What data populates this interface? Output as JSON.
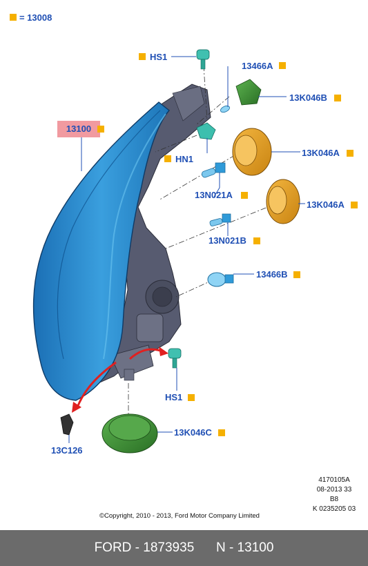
{
  "labels": {
    "l13008": "= 13008",
    "hs1_top": "HS1",
    "l13466A": "13466A",
    "l13K046B": "13K046B",
    "l13100": "13100",
    "hn1": "HN1",
    "l13K046A_1": "13K046A",
    "l13N021A": "13N021A",
    "l13K046A_2": "13K046A",
    "l13N021B": "13N021B",
    "l13466B": "13466B",
    "hs1_bottom": "HS1",
    "l13K046C": "13K046C",
    "l13C126": "13C126"
  },
  "meta": {
    "line1": "4170105A",
    "line2": "08-2013 33",
    "line3": "B8",
    "line4": "K 0235205 03"
  },
  "copyright": "©Copyright, 2010 - 2013, Ford Motor Company Limited",
  "footer": {
    "brand_part": "FORD - 1873935",
    "ref": "N - 13100"
  },
  "colors": {
    "label_blue": "#1f4fb4",
    "marker_orange": "#f5b000",
    "lens_blue": "#2f8fd0",
    "housing_grey": "#5d6178",
    "cap_orange": "#e39a1f",
    "cap_green": "#3a8a34",
    "arrow_red": "#e02020",
    "footer_bg": "#6b6b6b",
    "highlight_pink": "#f19aa0"
  }
}
